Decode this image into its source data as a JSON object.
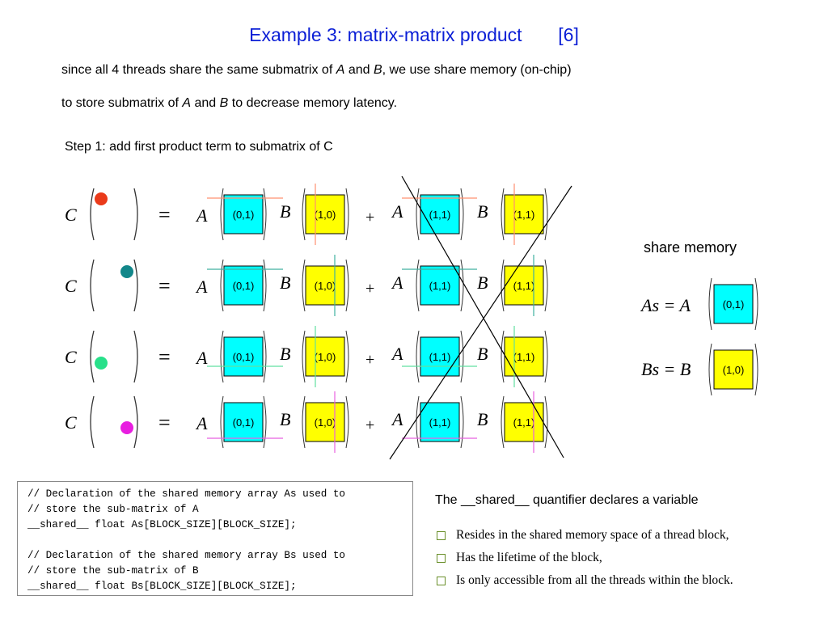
{
  "title": "Example 3: matrix-matrix product       [6]",
  "intro": {
    "line1": [
      "since all 4 threads share the same submatrix of ",
      "A",
      " and ",
      "B",
      ", we use share memory (on-chip)"
    ],
    "line2": [
      "to store submatrix of ",
      "A",
      " and ",
      "B",
      " to decrease memory latency."
    ]
  },
  "step": "Step 1: add first product term to submatrix of C",
  "equations": {
    "c_label": "C",
    "equals": "=",
    "plus": "+",
    "a_label": "A",
    "b_label": "B",
    "term1": {
      "a_block": "(0,1)",
      "b_block": "(1,0)"
    },
    "term2": {
      "a_block": "(1,1)",
      "b_block": "(1,1)"
    },
    "dot_colors": [
      "#ea3a1a",
      "#12878a",
      "#28e08a",
      "#e81ee0"
    ],
    "row_line_colors": [
      "#ff9070",
      "#40b0a0",
      "#60e0a0",
      "#e860e0"
    ],
    "a_block_color": "#00ffff",
    "b_block_color": "#ffff00"
  },
  "share_memory": {
    "label": "share memory",
    "as_label": "As = A",
    "as_block": "(0,1)",
    "bs_label": "Bs = B",
    "bs_block": "(1,0)"
  },
  "code": {
    "lines": [
      "// Declaration of the shared memory array As used to",
      "// store the sub-matrix of A",
      "__shared__ float As[BLOCK_SIZE][BLOCK_SIZE];",
      "",
      "// Declaration of the shared memory array Bs used to",
      "// store the sub-matrix of B",
      "__shared__ float Bs[BLOCK_SIZE][BLOCK_SIZE];"
    ]
  },
  "quantifier": {
    "heading": "The __shared__ quantifier declares a variable",
    "bullets": [
      "Resides in the shared memory space of a thread block,",
      "Has the lifetime of the block,",
      "Is only accessible from all the threads within the block."
    ]
  }
}
